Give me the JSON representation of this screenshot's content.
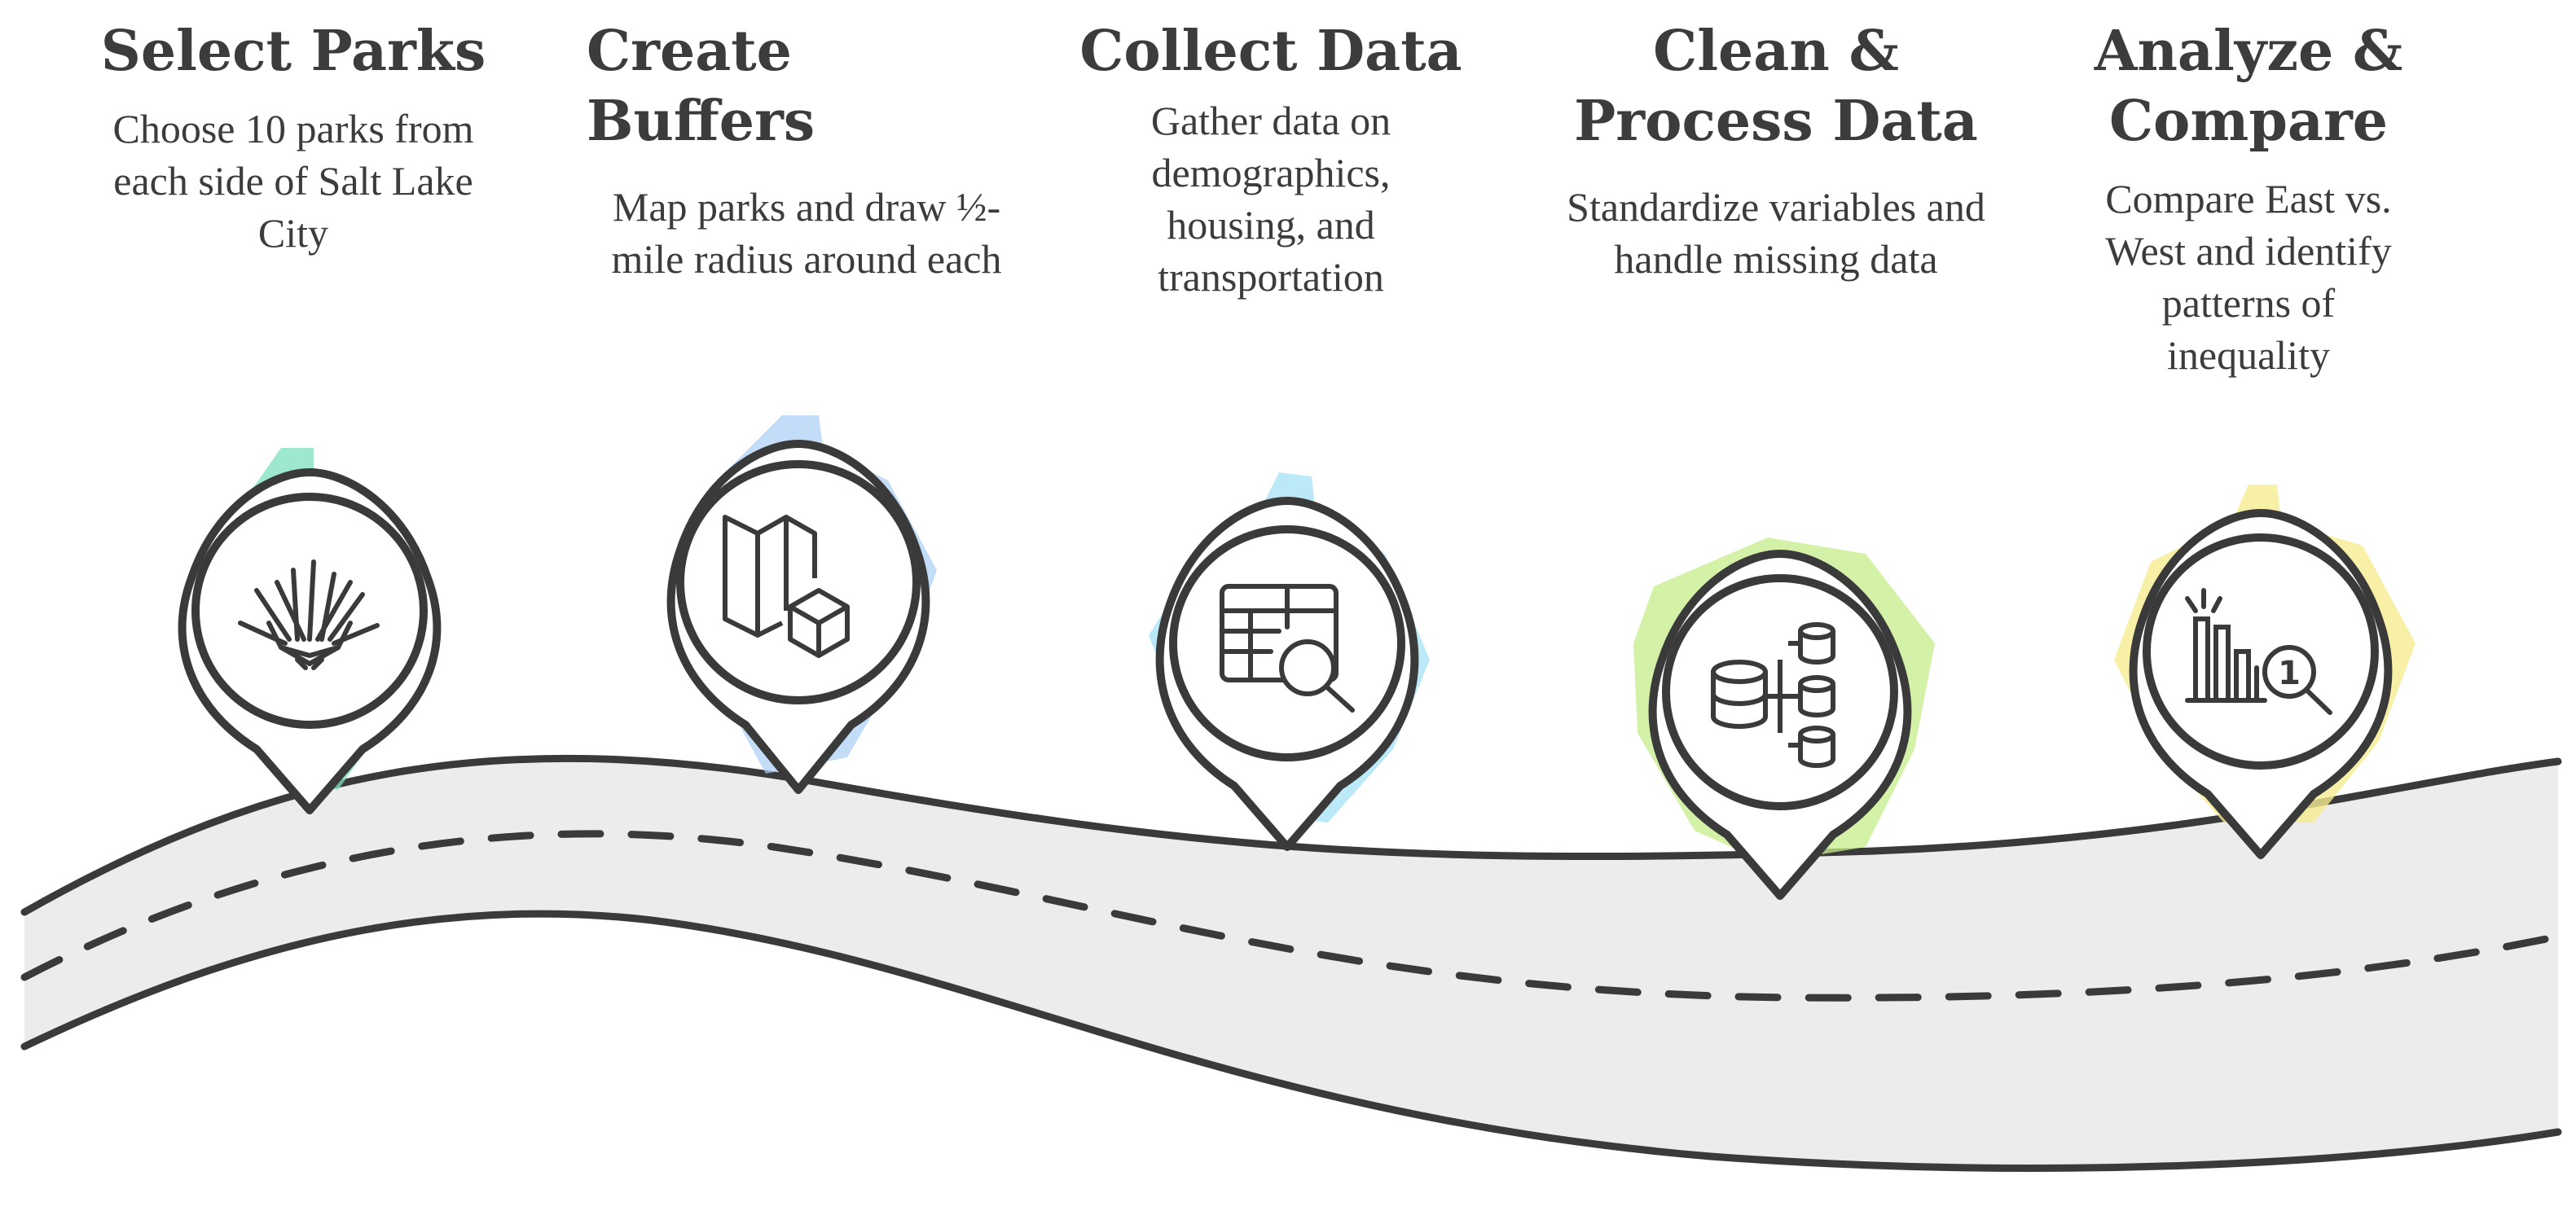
{
  "steps": [
    {
      "title": "Select Parks",
      "desc": "Choose 10 parks from each side of Salt Lake City",
      "icon": "park-plant-icon",
      "color": "#7ee0c0"
    },
    {
      "title": "Create Buffers",
      "desc": "Map parks and draw ½-mile radius around each",
      "icon": "map-box-icon",
      "color": "#a9cdf5"
    },
    {
      "title": "Collect Data",
      "desc": "Gather data on demographics, housing, and transportation",
      "icon": "table-search-icon",
      "color": "#9ee0f5"
    },
    {
      "title": "Clean & Process Data",
      "desc": "Standardize variables and handle missing data",
      "icon": "database-process-icon",
      "color": "#c5ee8a"
    },
    {
      "title": "Analyze & Compare",
      "desc": "Compare East vs. West and identify patterns of inequality",
      "icon": "chart-analysis-icon",
      "color": "#f5ec90"
    }
  ]
}
